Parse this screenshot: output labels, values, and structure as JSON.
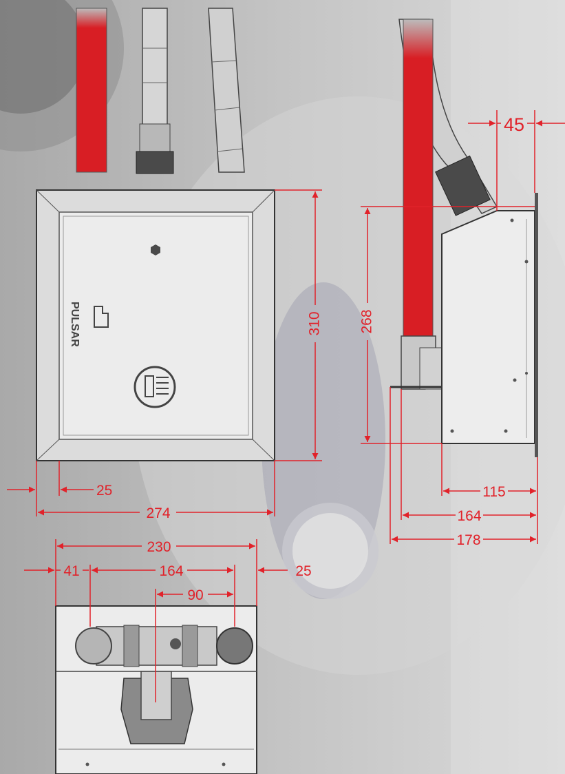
{
  "colors": {
    "dimension": "#e1222a",
    "pipe_red": "#d81e24",
    "housing": "#ededed",
    "outline": "#3a3a3a",
    "background": "#b9b9b9"
  },
  "front_view": {
    "logo_text": "PULSAR",
    "dim_height": "310",
    "dim_width": "274",
    "dim_frame": "25"
  },
  "side_view": {
    "dim_height": "268",
    "dim_top_offset": "45",
    "dim_depth_box": "115",
    "dim_depth_pipe": "164",
    "dim_depth_total": "178"
  },
  "top_view": {
    "dim_total": "230",
    "dim_left": "41",
    "dim_center": "164",
    "dim_right": "25",
    "dim_inner": "90"
  }
}
